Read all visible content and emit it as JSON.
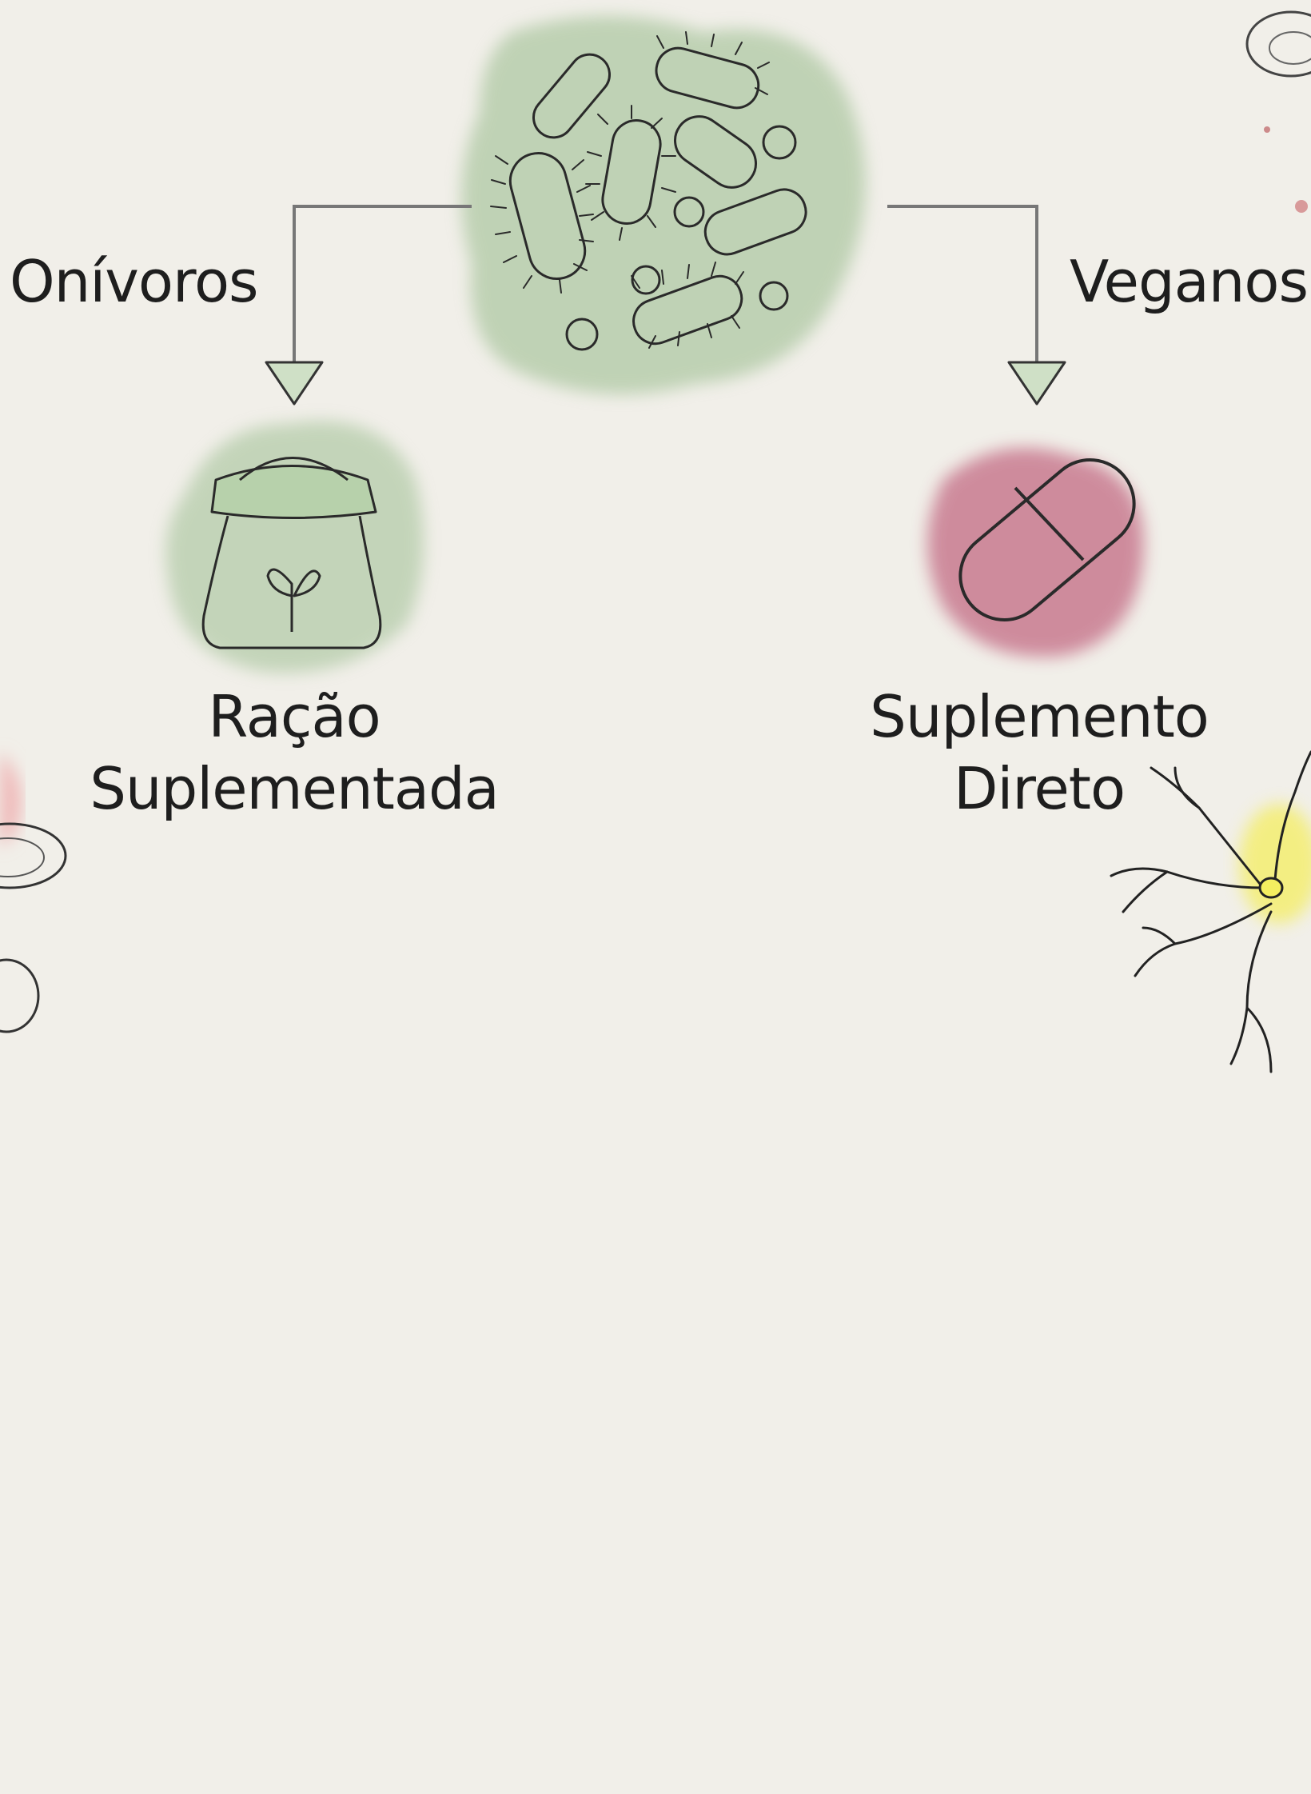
{
  "branches": {
    "left": "Onívoros",
    "right": "Veganos"
  },
  "left_path": {
    "step1": [
      "Ração",
      "Suplementada"
    ]
  },
  "right_path": {
    "step1": [
      "Suplemento",
      "Direto"
    ]
  },
  "icons": {
    "source": "bacteria-cluster-icon",
    "left_feed": "feed-sack-icon",
    "left_animal": "cow-icon",
    "left_person": "human-body-icon",
    "right_supplement": "capsule-pill-icon",
    "right_person": "human-body-icon",
    "gut": "intestine-path-icon"
  },
  "colors": {
    "green_wash": "#9fbf93",
    "pink_wash": "#b23a5f",
    "red_wash": "#e27a7a",
    "yellow_wash": "#f4ee60",
    "arrow_fill": "#cfe0c6",
    "ink": "#1e1e1e"
  }
}
